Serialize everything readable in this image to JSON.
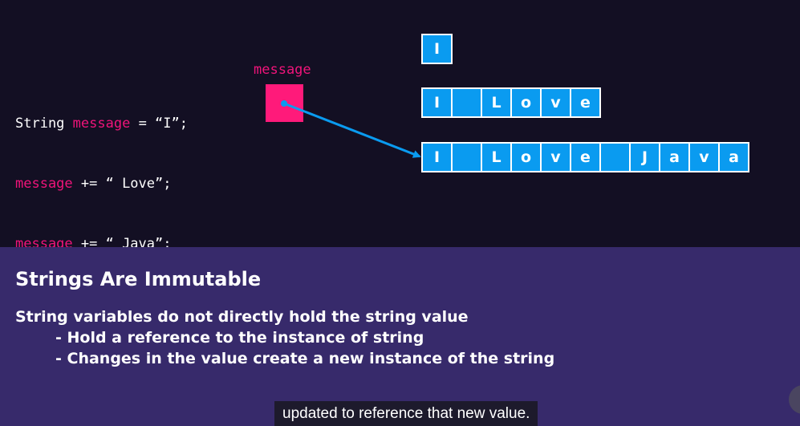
{
  "code": {
    "line1": {
      "keyword": "String",
      "var": "message",
      "rest": " = “I”;"
    },
    "line2": {
      "var": "message",
      "rest": " += “ Love”;"
    },
    "line3": {
      "var": "message",
      "rest": " += “ Java”;"
    }
  },
  "diagram": {
    "variable_label": "message",
    "strings": [
      [
        "I"
      ],
      [
        "I",
        "",
        "L",
        "o",
        "v",
        "e"
      ],
      [
        "I",
        "",
        "L",
        "o",
        "v",
        "e",
        "",
        "J",
        "a",
        "v",
        "a"
      ]
    ],
    "colors": {
      "background": "#130f23",
      "variable": "#f0147a",
      "cell": "#0a9bf0",
      "arrow": "#0a9bf0",
      "panel": "#372a6b"
    }
  },
  "slide": {
    "heading": "Strings Are Immutable",
    "body": "String variables do not directly hold the string value",
    "bullets": [
      "- Hold a reference to the instance of string",
      "- Changes in the value create a new instance of the string"
    ]
  },
  "caption": "updated to reference that new value."
}
